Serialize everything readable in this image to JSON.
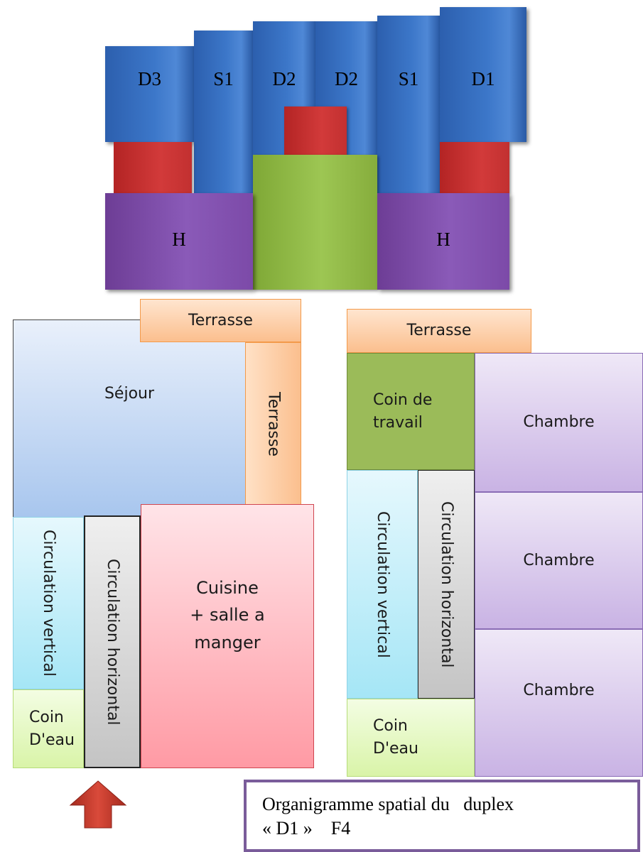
{
  "massing": {
    "upper_labels": [
      "D3",
      "S1",
      "D2",
      "D2",
      "S1",
      "D1"
    ],
    "hall_left": "H",
    "hall_right": "H"
  },
  "floor_1": {
    "terrasse_top": "Terrasse",
    "terrasse_side": "Terrasse",
    "sejour": "Séjour",
    "circulation_vertical": "Circulation vertical",
    "circulation_horizontal": "Circulation horizontal",
    "cuisine": "Cuisine\n+ salle a\nmanger",
    "coin_eau": "Coin\nD'eau"
  },
  "floor_2": {
    "terrasse_top": "Terrasse",
    "coin_travail": "Coin de\ntravail",
    "chambres": [
      "Chambre",
      "Chambre",
      "Chambre"
    ],
    "circulation_vertical": "Circulation vertical",
    "circulation_horizontal": "Circulation horizontal",
    "coin_eau": "Coin\nD'eau"
  },
  "caption": {
    "line1": "Organigramme spatial du   duplex",
    "line2": "« D1 »    F4"
  },
  "colors": {
    "tower_blue": "#3c77c9",
    "balcony_red": "#d23a3a",
    "hall_purple": "#8a5ab8",
    "core_green": "#9dc653",
    "terrasse_orange": "#fbbf8e",
    "arrow_red": "#c0392b"
  }
}
